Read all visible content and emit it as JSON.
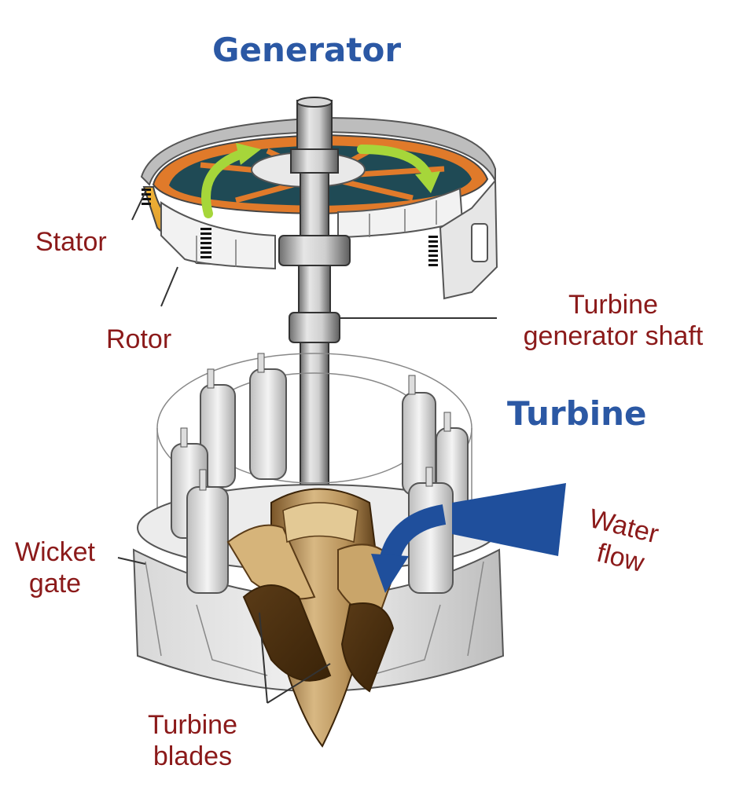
{
  "headings": {
    "generator": "Generator",
    "turbine": "Turbine"
  },
  "labels": {
    "stator": "Stator",
    "rotor": "Rotor",
    "shaft_line1": "Turbine",
    "shaft_line2": "generator shaft",
    "water_line1": "Water",
    "water_line2": "flow",
    "wicket_line1": "Wicket",
    "wicket_line2": "gate",
    "blades_line1": "Turbine",
    "blades_line2": "blades"
  },
  "colors": {
    "heading": "#2b58a4",
    "label": "#8b1a1a",
    "water_arrow": "#1f4f9c",
    "rotor_core": "#1f4a55",
    "rotor_ring": "#e07a2a",
    "rotation_arrow": "#a6d63a",
    "runner": "#b08b50",
    "steel": "#c8c8c8"
  }
}
